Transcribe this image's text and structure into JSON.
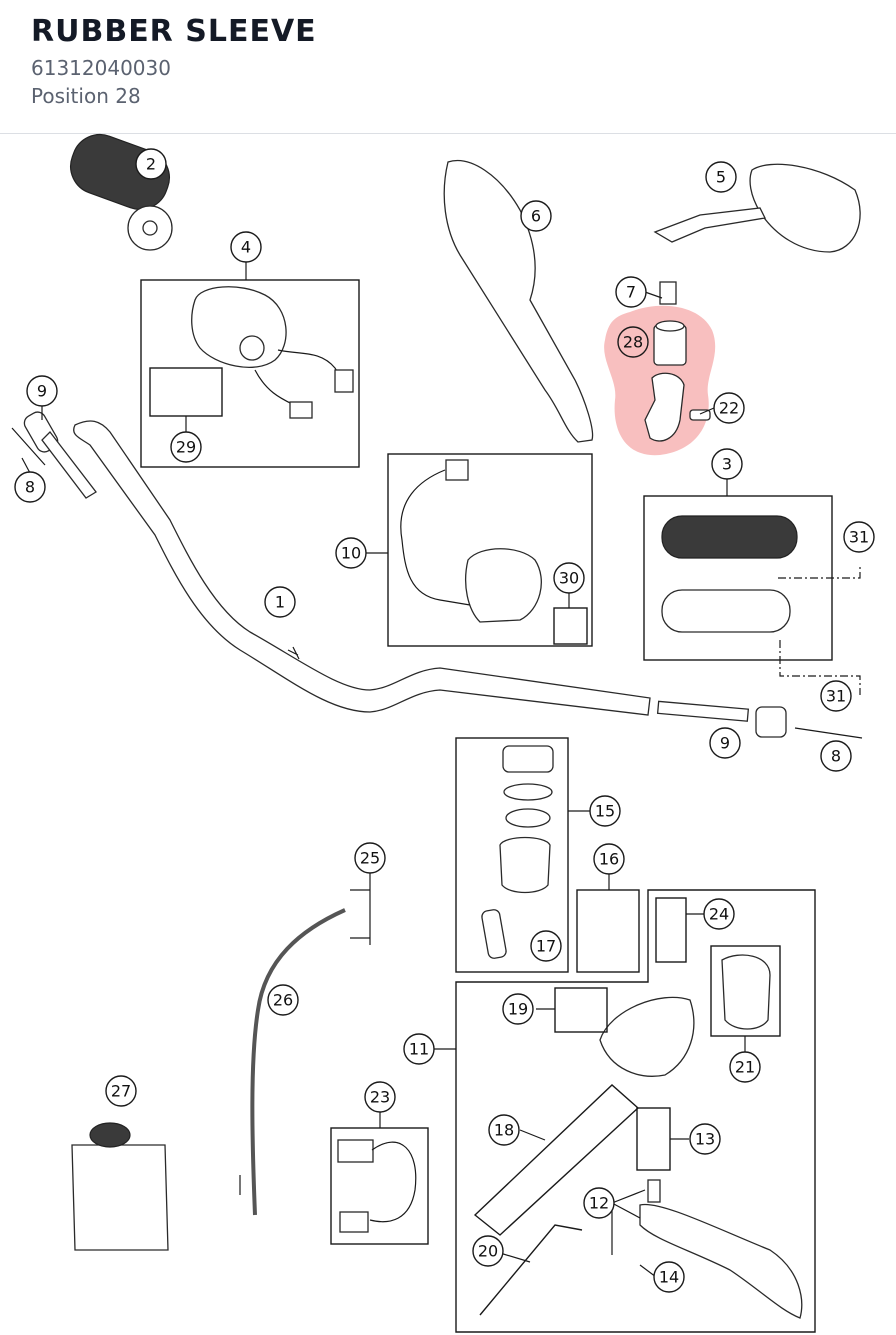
{
  "header": {
    "title": "RUBBER SLEEVE",
    "part_number": "61312040030",
    "position": "Position 28"
  },
  "diagram": {
    "highlight_color": "#f28b8b",
    "highlighted_callout": "28",
    "callouts": [
      "1",
      "2",
      "3",
      "4",
      "5",
      "6",
      "7",
      "8",
      "8",
      "9",
      "9",
      "10",
      "11",
      "12",
      "13",
      "14",
      "15",
      "16",
      "17",
      "18",
      "19",
      "20",
      "21",
      "22",
      "23",
      "24",
      "25",
      "26",
      "27",
      "28",
      "29",
      "30",
      "31",
      "31"
    ]
  }
}
